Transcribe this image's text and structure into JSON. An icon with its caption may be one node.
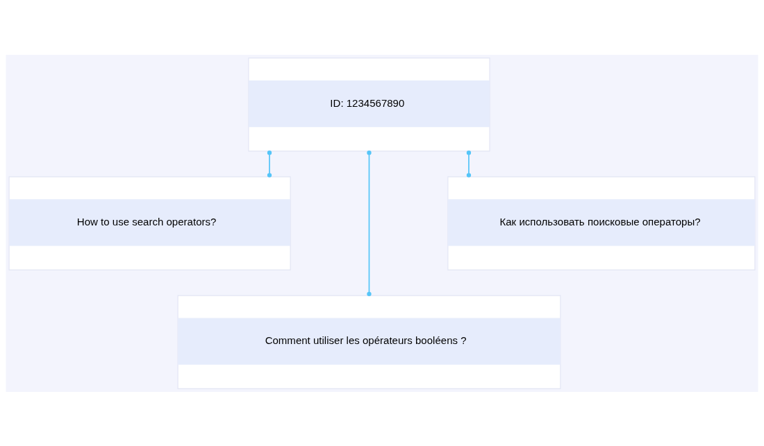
{
  "diagram": {
    "nodes": [
      {
        "text": [
          "ID: 1234567890"
        ]
      },
      {
        "text": [
          "How to use search operators?"
        ]
      },
      {
        "text": [
          "Как использовать поисковые операторы?"
        ]
      },
      {
        "text": [
          "Comment utiliser les opérateurs booléens ?"
        ]
      }
    ],
    "edges": [
      {
        "from": 0,
        "to": 1,
        "arrow": "other"
      },
      {
        "from": 0,
        "to": 3,
        "arrow": "other"
      },
      {
        "from": 0,
        "to": 2,
        "arrow": "other"
      }
    ]
  }
}
